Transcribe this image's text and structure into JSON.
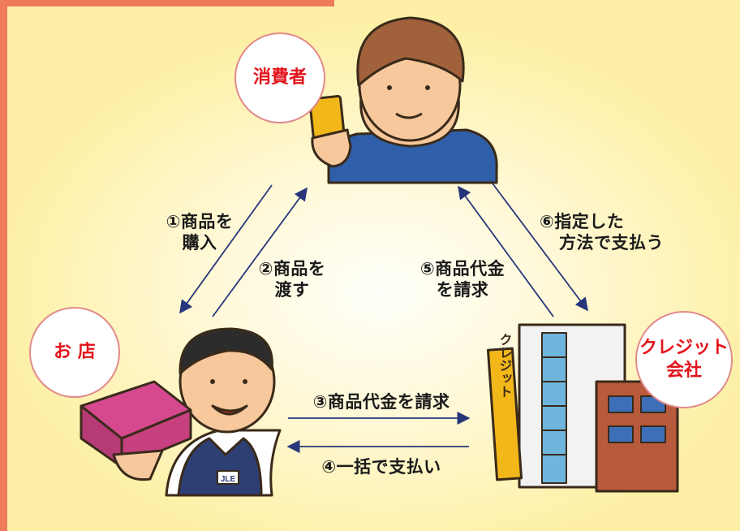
{
  "actors": {
    "consumer": {
      "label": "消費者"
    },
    "shop": {
      "label": "お 店"
    },
    "credit_company": {
      "line1": "クレジット",
      "line2": "会社",
      "sign": "クレジット"
    },
    "clerk_badge": "JLE"
  },
  "flows": [
    {
      "step": "①",
      "line1": "①商品を",
      "line2": "購入"
    },
    {
      "step": "②",
      "line1": "②商品を",
      "line2": "渡す"
    },
    {
      "step": "③",
      "line1": "③商品代金を請求"
    },
    {
      "step": "④",
      "line1": "④一括で支払い"
    },
    {
      "step": "⑤",
      "line1": "⑤商品代金",
      "line2": "を請求"
    },
    {
      "step": "⑥",
      "line1": "⑥指定した",
      "line2": "方法で支払う"
    }
  ],
  "colors": {
    "accent": "#f07a5c",
    "label_red": "#e3141b",
    "arrow": "#27367a",
    "background": "#fdf0a6"
  }
}
